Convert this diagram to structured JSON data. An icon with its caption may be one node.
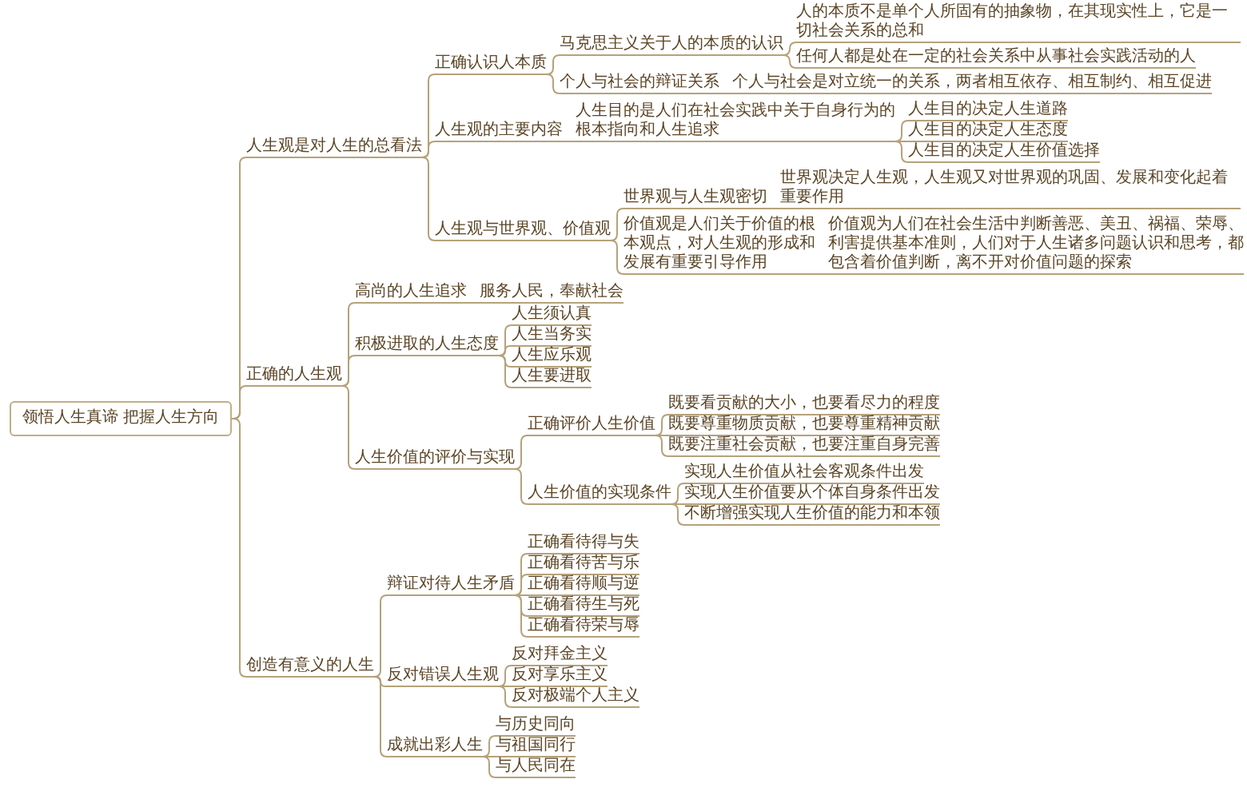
{
  "diagram": {
    "nodes": [
      {
        "text": [
          "领悟人生真谛 把握人生方向"
        ]
      },
      {
        "text": [
          "人生观是对人生的总看法"
        ]
      },
      {
        "text": [
          "正确认识人本质"
        ]
      },
      {
        "text": [
          "马克思主义关于人的本质的认识"
        ]
      },
      {
        "text": [
          "人的本质不是单个人所固有的抽象物，在其现实性上，它是一切社会关系的总和"
        ]
      },
      {
        "text": [
          "任何人都是处在一定的社会关系中从事社会实践活动的人"
        ]
      },
      {
        "text": [
          "个人与社会的辩证关系"
        ]
      },
      {
        "text": [
          "个人与社会是对立统一的关系，两者相互依存、相互制约、相互促进"
        ]
      },
      {
        "text": [
          "人生观的主要内容"
        ]
      },
      {
        "text": [
          "人生目的是人们在社会实践中关于自身行为的根本指向和人生追求"
        ]
      },
      {
        "text": [
          "人生目的决定人生道路"
        ]
      },
      {
        "text": [
          "人生目的决定人生态度"
        ]
      },
      {
        "text": [
          "人生目的决定人生价值选择"
        ]
      },
      {
        "text": [
          "人生观与世界观、价值观"
        ]
      },
      {
        "text": [
          "世界观与人生观密切"
        ]
      },
      {
        "text": [
          "世界观决定人生观，人生观又对世界观的巩固、发展和变化起着重要作用"
        ]
      },
      {
        "text": [
          "价值观是人们关于价值的根本观点，对人生观的形成和发展有重要引导作用"
        ]
      },
      {
        "text": [
          "价值观为人们在社会生活中判断善恶、美丑、祸福、荣辱、利害提供基本准则，人们对于人生诸多问题认识和思考，都包含着价值判断，离不开对价值问题的探索"
        ]
      },
      {
        "text": [
          "正确的人生观"
        ]
      },
      {
        "text": [
          "高尚的人生追求"
        ]
      },
      {
        "text": [
          "服务人民，奉献社会"
        ]
      },
      {
        "text": [
          "积极进取的人生态度"
        ]
      },
      {
        "text": [
          "人生须认真"
        ]
      },
      {
        "text": [
          "人生当务实"
        ]
      },
      {
        "text": [
          "人生应乐观"
        ]
      },
      {
        "text": [
          "人生要进取"
        ]
      },
      {
        "text": [
          "人生价值的评价与实现"
        ]
      },
      {
        "text": [
          "正确评价人生价值"
        ]
      },
      {
        "text": [
          "既要看贡献的大小，也要看尽力的程度"
        ]
      },
      {
        "text": [
          "既要尊重物质贡献，也要尊重精神贡献"
        ]
      },
      {
        "text": [
          "既要注重社会贡献，也要注重自身完善"
        ]
      },
      {
        "text": [
          "人生价值的实现条件"
        ]
      },
      {
        "text": [
          "实现人生价值从社会客观条件出发"
        ]
      },
      {
        "text": [
          "实现人生价值要从个体自身条件出发"
        ]
      },
      {
        "text": [
          "不断增强实现人生价值的能力和本领"
        ]
      },
      {
        "text": [
          "创造有意义的人生"
        ]
      },
      {
        "text": [
          "辩证对待人生矛盾"
        ]
      },
      {
        "text": [
          "正确看待得与失"
        ]
      },
      {
        "text": [
          "正确看待苦与乐"
        ]
      },
      {
        "text": [
          "正确看待顺与逆"
        ]
      },
      {
        "text": [
          "正确看待生与死"
        ]
      },
      {
        "text": [
          "正确看待荣与辱"
        ]
      },
      {
        "text": [
          "反对错误人生观"
        ]
      },
      {
        "text": [
          "反对拜金主义"
        ]
      },
      {
        "text": [
          "反对享乐主义"
        ]
      },
      {
        "text": [
          "反对极端个人主义"
        ]
      },
      {
        "text": [
          "成就出彩人生"
        ]
      },
      {
        "text": [
          "与历史同向"
        ]
      },
      {
        "text": [
          "与祖国同行"
        ]
      },
      {
        "text": [
          "与人民同在"
        ]
      }
    ],
    "edges": [
      {
        "from": 0,
        "to": 1,
        "arrow": "none"
      },
      {
        "from": 0,
        "to": 18,
        "arrow": "none"
      },
      {
        "from": 0,
        "to": 35,
        "arrow": "none"
      },
      {
        "from": 1,
        "to": 2,
        "arrow": "none"
      },
      {
        "from": 1,
        "to": 8,
        "arrow": "none"
      },
      {
        "from": 1,
        "to": 13,
        "arrow": "none"
      },
      {
        "from": 2,
        "to": 3,
        "arrow": "none"
      },
      {
        "from": 2,
        "to": 6,
        "arrow": "none"
      },
      {
        "from": 3,
        "to": 4,
        "arrow": "none"
      },
      {
        "from": 3,
        "to": 5,
        "arrow": "none"
      },
      {
        "from": 6,
        "to": 7,
        "arrow": "none"
      },
      {
        "from": 8,
        "to": 9,
        "arrow": "none"
      },
      {
        "from": 9,
        "to": 10,
        "arrow": "none"
      },
      {
        "from": 9,
        "to": 11,
        "arrow": "none"
      },
      {
        "from": 9,
        "to": 12,
        "arrow": "none"
      },
      {
        "from": 13,
        "to": 14,
        "arrow": "none"
      },
      {
        "from": 13,
        "to": 16,
        "arrow": "none"
      },
      {
        "from": 14,
        "to": 15,
        "arrow": "none"
      },
      {
        "from": 16,
        "to": 17,
        "arrow": "none"
      },
      {
        "from": 18,
        "to": 19,
        "arrow": "none"
      },
      {
        "from": 18,
        "to": 21,
        "arrow": "none"
      },
      {
        "from": 18,
        "to": 26,
        "arrow": "none"
      },
      {
        "from": 19,
        "to": 20,
        "arrow": "none"
      },
      {
        "from": 21,
        "to": 22,
        "arrow": "none"
      },
      {
        "from": 21,
        "to": 23,
        "arrow": "none"
      },
      {
        "from": 21,
        "to": 24,
        "arrow": "none"
      },
      {
        "from": 21,
        "to": 25,
        "arrow": "none"
      },
      {
        "from": 26,
        "to": 27,
        "arrow": "none"
      },
      {
        "from": 26,
        "to": 31,
        "arrow": "none"
      },
      {
        "from": 27,
        "to": 28,
        "arrow": "none"
      },
      {
        "from": 27,
        "to": 29,
        "arrow": "none"
      },
      {
        "from": 27,
        "to": 30,
        "arrow": "none"
      },
      {
        "from": 31,
        "to": 32,
        "arrow": "none"
      },
      {
        "from": 31,
        "to": 33,
        "arrow": "none"
      },
      {
        "from": 31,
        "to": 34,
        "arrow": "none"
      },
      {
        "from": 35,
        "to": 36,
        "arrow": "none"
      },
      {
        "from": 35,
        "to": 42,
        "arrow": "none"
      },
      {
        "from": 35,
        "to": 46,
        "arrow": "none"
      },
      {
        "from": 36,
        "to": 37,
        "arrow": "none"
      },
      {
        "from": 36,
        "to": 38,
        "arrow": "none"
      },
      {
        "from": 36,
        "to": 39,
        "arrow": "none"
      },
      {
        "from": 36,
        "to": 40,
        "arrow": "none"
      },
      {
        "from": 36,
        "to": 41,
        "arrow": "none"
      },
      {
        "from": 42,
        "to": 43,
        "arrow": "none"
      },
      {
        "from": 42,
        "to": 44,
        "arrow": "none"
      },
      {
        "from": 42,
        "to": 45,
        "arrow": "none"
      },
      {
        "from": 46,
        "to": 47,
        "arrow": "none"
      },
      {
        "from": 46,
        "to": 48,
        "arrow": "none"
      },
      {
        "from": 46,
        "to": 49,
        "arrow": "none"
      }
    ]
  }
}
